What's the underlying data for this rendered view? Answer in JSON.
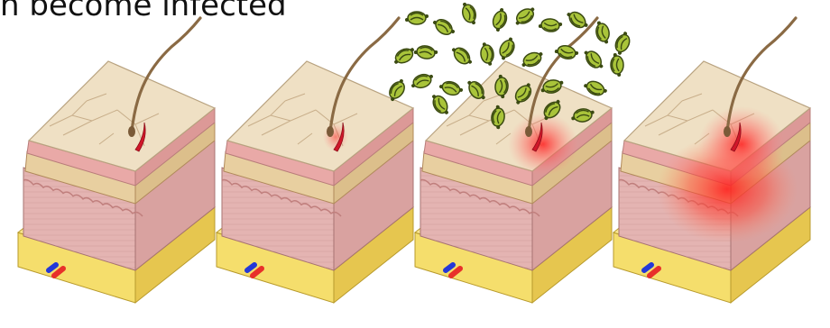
{
  "title": "n become infected",
  "panels": [
    {
      "stage": "wound",
      "infection": 0
    },
    {
      "stage": "wound-inflamed",
      "infection": 0.2
    },
    {
      "stage": "bacteria-invade",
      "infection": 0.55
    },
    {
      "stage": "infection-spread",
      "infection": 1.0
    }
  ],
  "colors": {
    "epidermis_top": "#efe0c4",
    "epidermis_pink": "#e9a9a7",
    "tan_band": "#e8cfa0",
    "dermis": "#e4b4b2",
    "dermis_side": "#d9a2a0",
    "fat": "#f5de6c",
    "fat_side": "#e6c64f",
    "hair": "#8a6a44",
    "wound": "#d0172a",
    "infection_glow": "#ff2a2a",
    "bacteria": "#a9c43a",
    "bacteria_dark": "#3b4a12",
    "vein": "#2438d8",
    "artery": "#e8302a"
  }
}
